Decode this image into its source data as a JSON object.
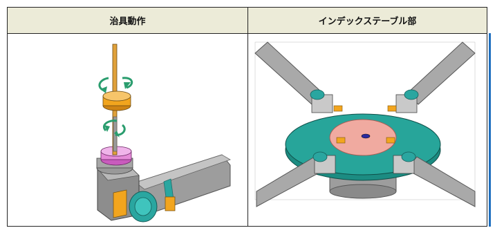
{
  "table": {
    "headers": [
      "治具動作",
      "インデックステーブル部"
    ]
  },
  "figures": {
    "left": {
      "icon": "jig-motion-figure"
    },
    "right": {
      "icon": "index-table-figure"
    }
  },
  "colors": {
    "header_bg": "#ecebd8",
    "border": "#222222",
    "shaft_orange": "#f2a51e",
    "teal": "#2aa6a0",
    "pink": "#e58bd8",
    "gray": "#a9a9a9",
    "table_teal": "#27a59a",
    "salmon": "#f0aaa0"
  }
}
